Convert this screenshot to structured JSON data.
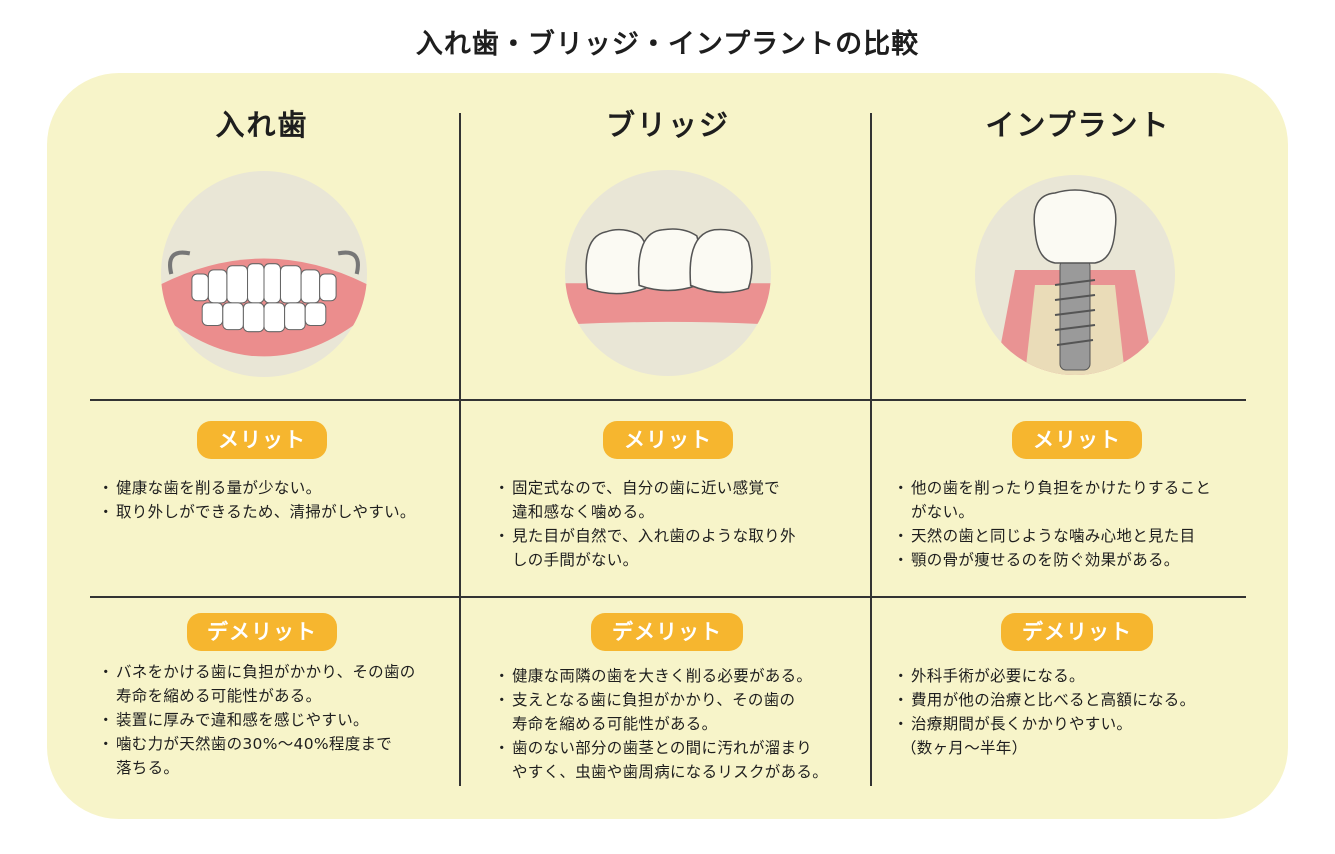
{
  "title": "入れ歯・ブリッジ・インプラントの比較",
  "colors": {
    "panel": "#f7f4c9",
    "pill": "#f6b62f",
    "gum": "#e98a8a"
  },
  "columns": [
    {
      "name": "入れ歯",
      "illustration": "denture-illustration",
      "merit_label": "メリット",
      "demerit_label": "デメリット",
      "merits": [
        [
          "健康な歯を削る量が少ない。"
        ],
        [
          "取り外しができるため、清掃がしやすい。"
        ]
      ],
      "demerits": [
        [
          "バネをかける歯に負担がかかり、その歯の",
          "寿命を縮める可能性がある。"
        ],
        [
          "装置に厚みで違和感を感じやすい。"
        ],
        [
          "噛む力が天然歯の30%～40%程度まで",
          "落ちる。"
        ]
      ]
    },
    {
      "name": "ブリッジ",
      "illustration": "bridge-illustration",
      "merit_label": "メリット",
      "demerit_label": "デメリット",
      "merits": [
        [
          "固定式なので、自分の歯に近い感覚で",
          "違和感なく噛める。"
        ],
        [
          "見た目が自然で、入れ歯のような取り外",
          "しの手間がない。"
        ]
      ],
      "demerits": [
        [
          "健康な両隣の歯を大きく削る必要がある。"
        ],
        [
          "支えとなる歯に負担がかかり、その歯の",
          "寿命を縮める可能性がある。"
        ],
        [
          "歯のない部分の歯茎との間に汚れが溜まり",
          "やすく、虫歯や歯周病になるリスクがある。"
        ]
      ]
    },
    {
      "name": "インプラント",
      "illustration": "implant-illustration",
      "merit_label": "メリット",
      "demerit_label": "デメリット",
      "merits": [
        [
          "他の歯を削ったり負担をかけたりすること",
          "がない。"
        ],
        [
          "天然の歯と同じような噛み心地と見た目"
        ],
        [
          "顎の骨が痩せるのを防ぐ効果がある。"
        ]
      ],
      "demerits": [
        [
          "外科手術が必要になる。"
        ],
        [
          "費用が他の治療と比べると高額になる。"
        ],
        [
          "治療期間が長くかかりやすい。"
        ]
      ],
      "demerit_note": "（数ヶ月～半年）"
    }
  ]
}
